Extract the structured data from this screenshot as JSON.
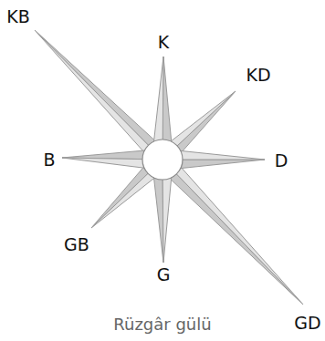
{
  "diagram": {
    "caption": "Rüzgâr gülü",
    "labels": [
      "KB",
      "K",
      "KD",
      "B",
      "D",
      "GB",
      "G",
      "GD"
    ]
  }
}
